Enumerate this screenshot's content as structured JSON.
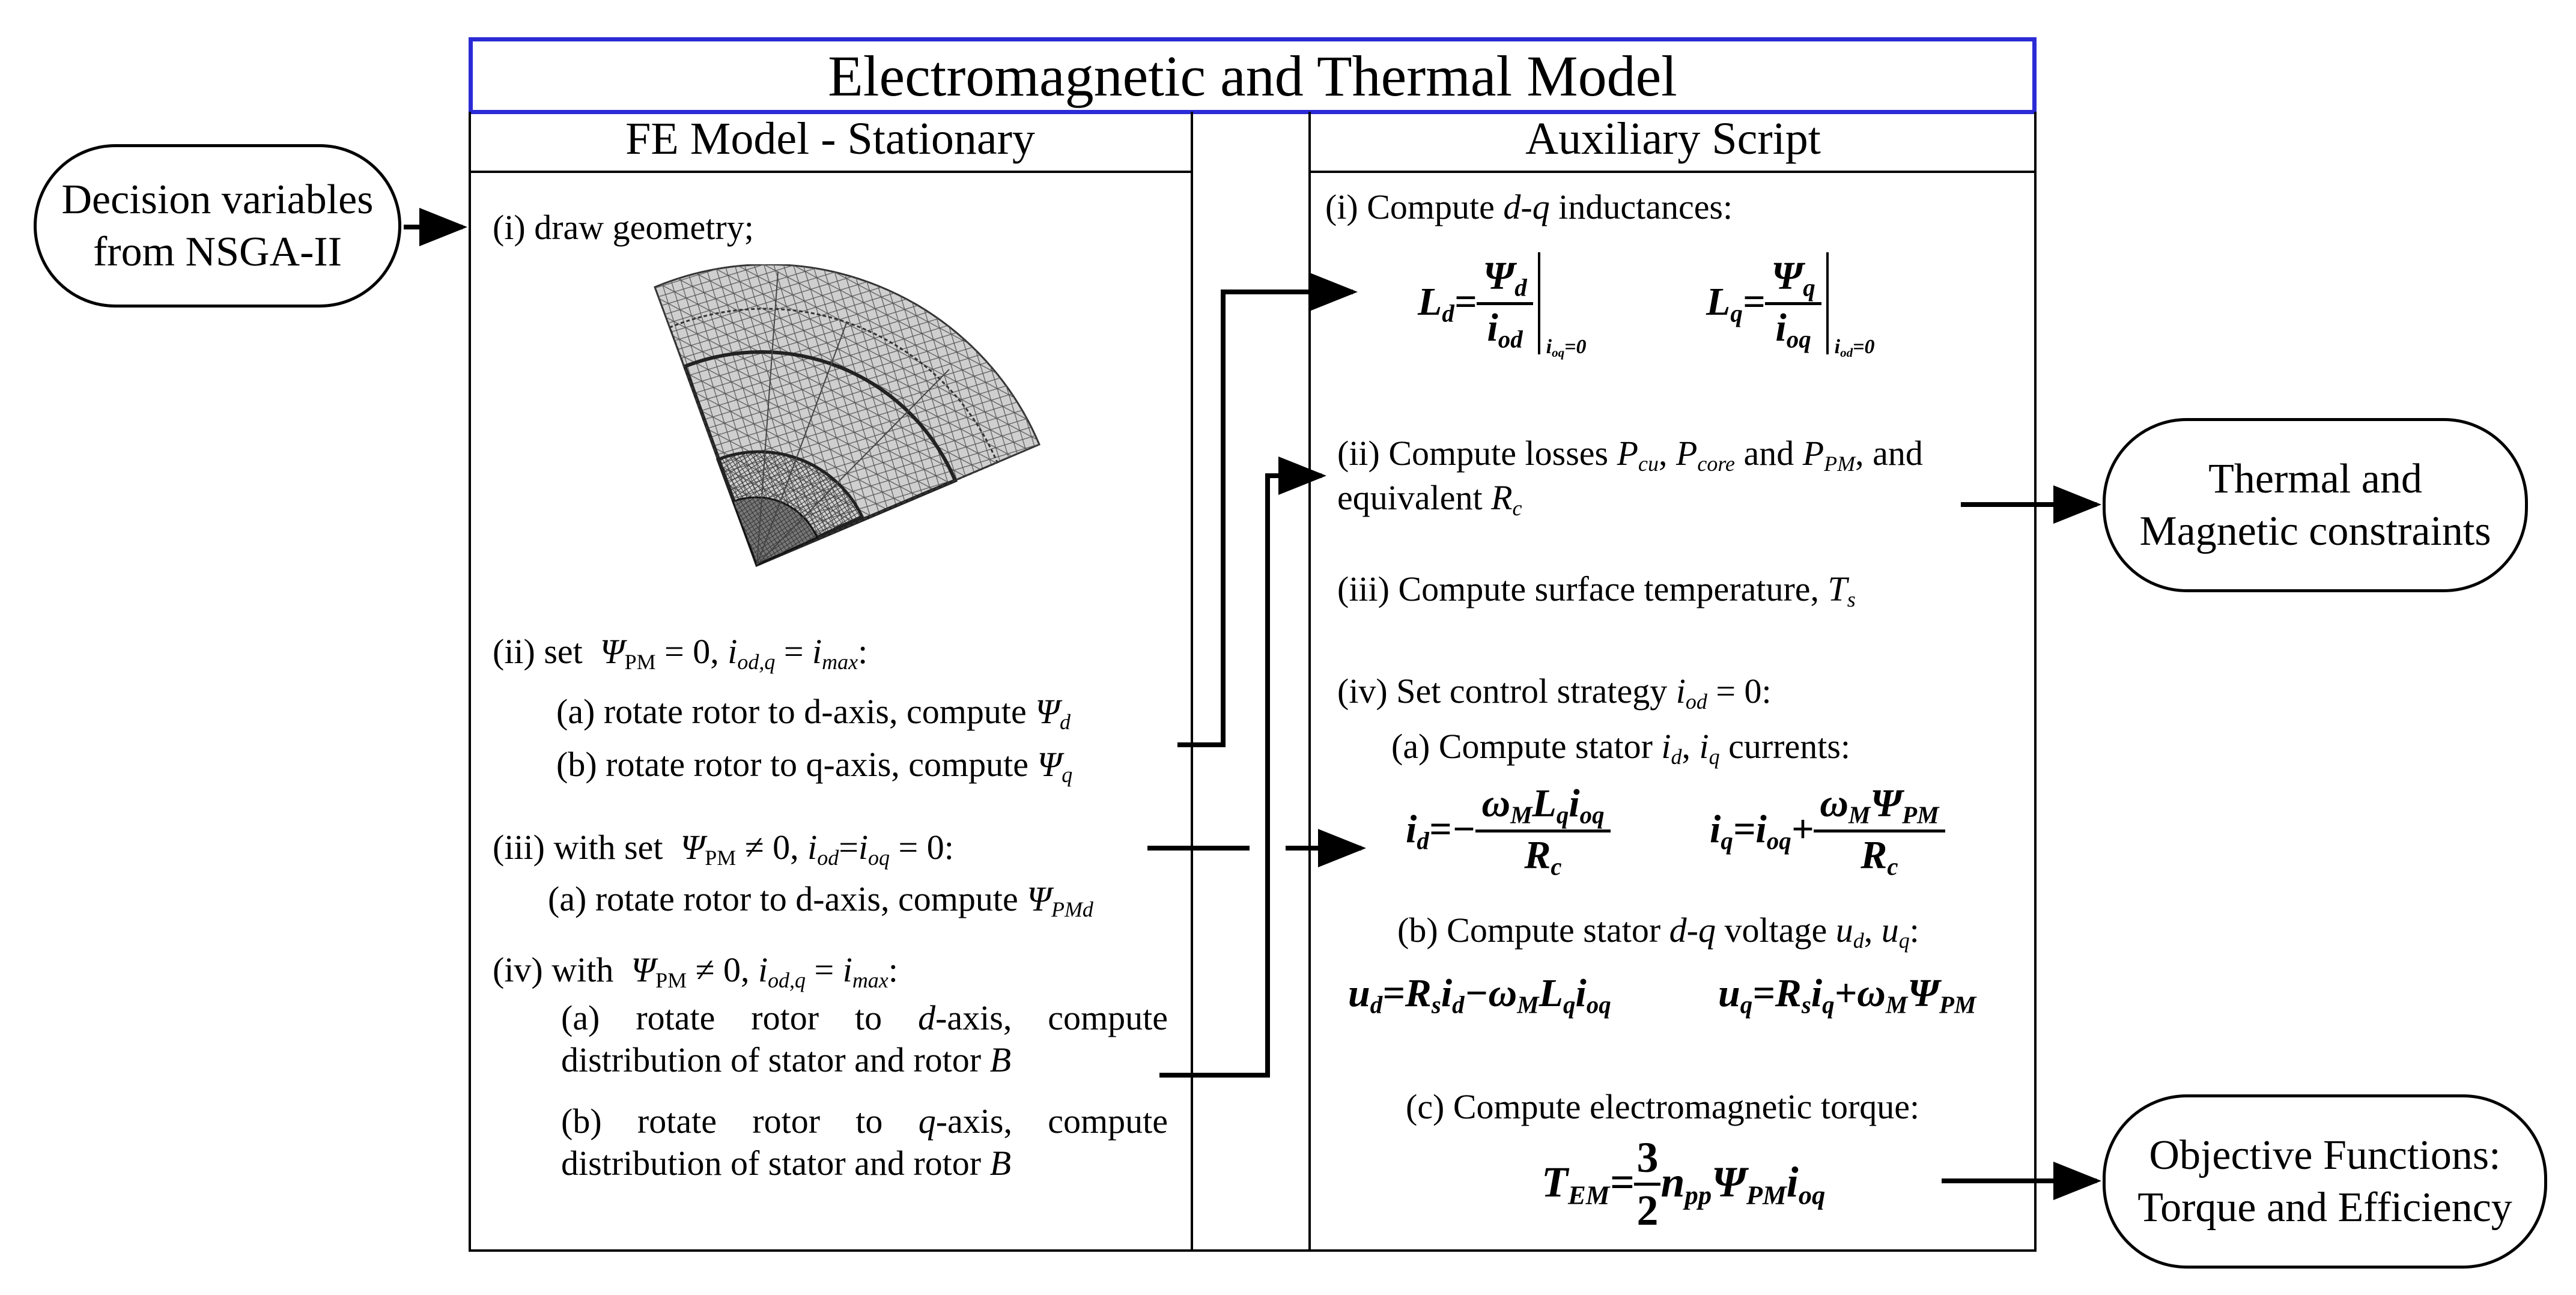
{
  "title": "Electromagnetic and Thermal Model",
  "columns": {
    "left": "FE Model - Stationary",
    "right": "Auxiliary Script"
  },
  "inputs": {
    "decision": "Decision variables from NSGA-II"
  },
  "outputs": {
    "constraints": "Thermal and Magnetic constraints",
    "objectives": "Objective Functions: Torque and Efficiency"
  },
  "colors": {
    "title_border": "#2b2bd6",
    "line": "#000000",
    "mesh_fill": "#c8c8c8"
  },
  "icons": [
    "fe-mesh-image",
    "arrow-right-icon"
  ]
}
